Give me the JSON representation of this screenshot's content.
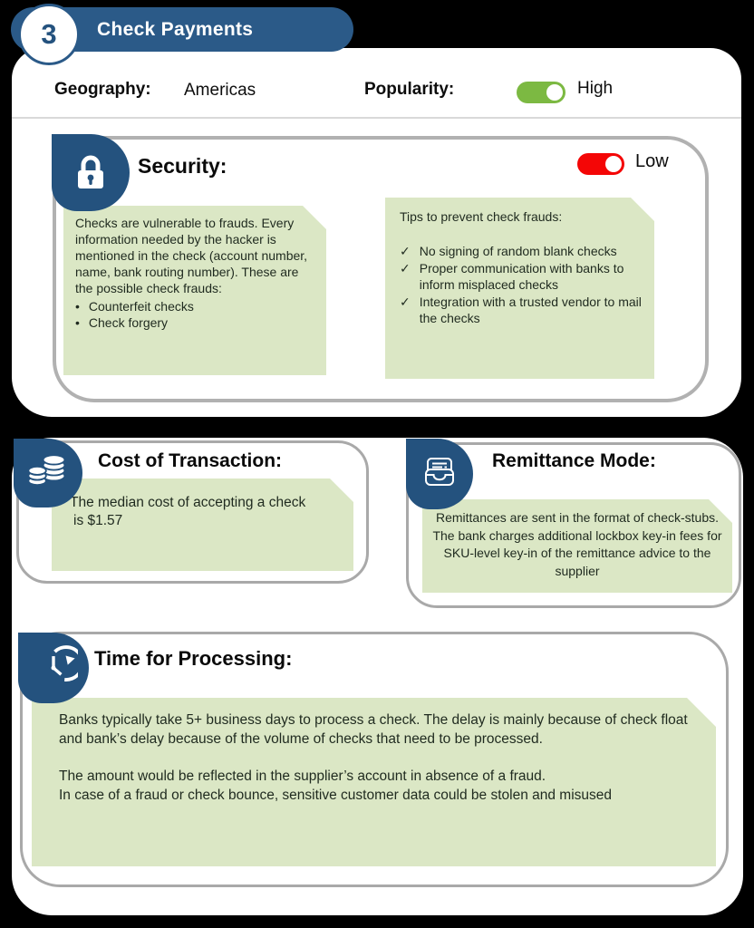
{
  "header": {
    "number": "3",
    "title": "Check Payments"
  },
  "meta": {
    "geography_label": "Geography:",
    "geography_value": "Americas",
    "popularity_label": "Popularity:",
    "popularity_value": "High"
  },
  "glyphs": {
    "bullet": "•",
    "check": "✓"
  },
  "icons": {
    "lock": "lock-icon",
    "coins": "coin-stack-icon",
    "tray": "inbox-tray-icon",
    "clock": "clock-history-icon"
  },
  "colors": {
    "banner_blue": "#2b5a88",
    "chip_blue": "#24527e",
    "note_green": "#dbe7c5",
    "toggle_green": "#7cb942",
    "toggle_red": "#f40606",
    "card_border": "#a9a9a9"
  },
  "security": {
    "title": "Security:",
    "level": "Low",
    "risk_text": "Checks are vulnerable to frauds. Every information needed by the hacker is mentioned in the check (account number, name, bank routing number). These are the possible check frauds:",
    "fraud_types": [
      "Counterfeit checks",
      "Check forgery"
    ],
    "tips_title": "Tips to prevent check frauds:",
    "tips": [
      "No signing of random blank checks",
      "Proper communication with banks to inform misplaced checks",
      "Integration with a trusted vendor to mail the checks"
    ]
  },
  "cost": {
    "title": "Cost of Transaction:",
    "line1": "The median cost of accepting a check",
    "line2": "is $1.57"
  },
  "remittance": {
    "title": "Remittance Mode:",
    "text": "Remittances are sent in the format of check-stubs. The bank charges additional lockbox key-in fees for SKU-level key-in of the remittance advice to the supplier"
  },
  "processing": {
    "title": "Time for Processing:",
    "para1": "Banks typically take 5+ business days to process a check. The delay is mainly because of check float and bank’s delay because of the volume of checks that need to be processed.",
    "para2_line1": "The amount would be reflected in the supplier’s account in absence of a fraud.",
    "para2_line2": "In case of a fraud or check bounce, sensitive customer data could be stolen and misused"
  }
}
